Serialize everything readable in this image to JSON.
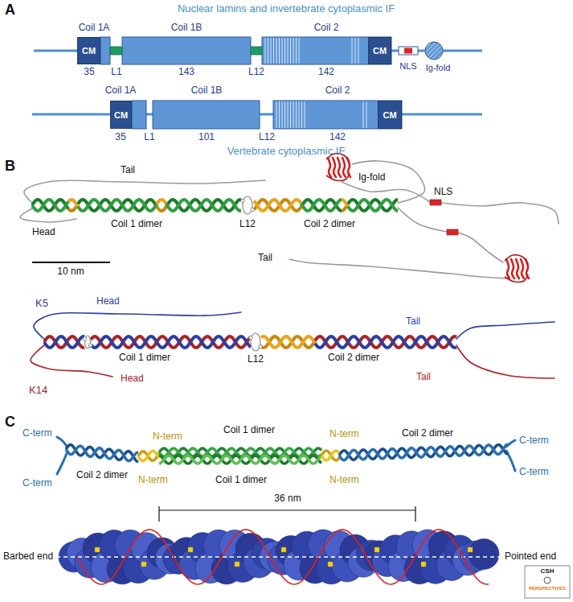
{
  "diagram": {
    "nodes": [
      {
        "text": [
          "CM"
        ]
      },
      {
        "text": [
          "CM"
        ]
      },
      {
        "text": [
          "CM"
        ]
      },
      {
        "text": [
          "CM"
        ]
      }
    ],
    "labels": [
      "A",
      "Nuclear lamins and invertebrate cytoplasmic IF",
      "Coil 1A",
      "Coil 1B",
      "Coil 2",
      "35",
      "L1",
      "143",
      "L12",
      "142",
      "NLS",
      "Ig-fold",
      "Coil 1A",
      "Coil 1B",
      "Coil 2",
      "35",
      "L1",
      "101",
      "L12",
      "142",
      "Vertebrate cytoplasmic IF",
      "B",
      "Tail",
      "Ig-fold",
      "NLS",
      "Head",
      "Coil 1 dimer",
      "L12",
      "Coil 2 dimer",
      "10 nm",
      "Tail",
      "K5",
      "Head",
      "Tail",
      "Coil 1 dimer",
      "L12",
      "Coil 2 dimer",
      "K14",
      "Head",
      "Tail",
      "C",
      "C-term",
      "N-term",
      "Coil 1 dimer",
      "N-term",
      "Coil 2 dimer",
      "C-term",
      "Coil 2 dimer",
      "N-term",
      "Coil 1 dimer",
      "N-term",
      "C-term",
      "C-term",
      "36 nm",
      "Barbed end",
      "Pointed end",
      "CSH",
      "PERSPECTIVES"
    ]
  }
}
